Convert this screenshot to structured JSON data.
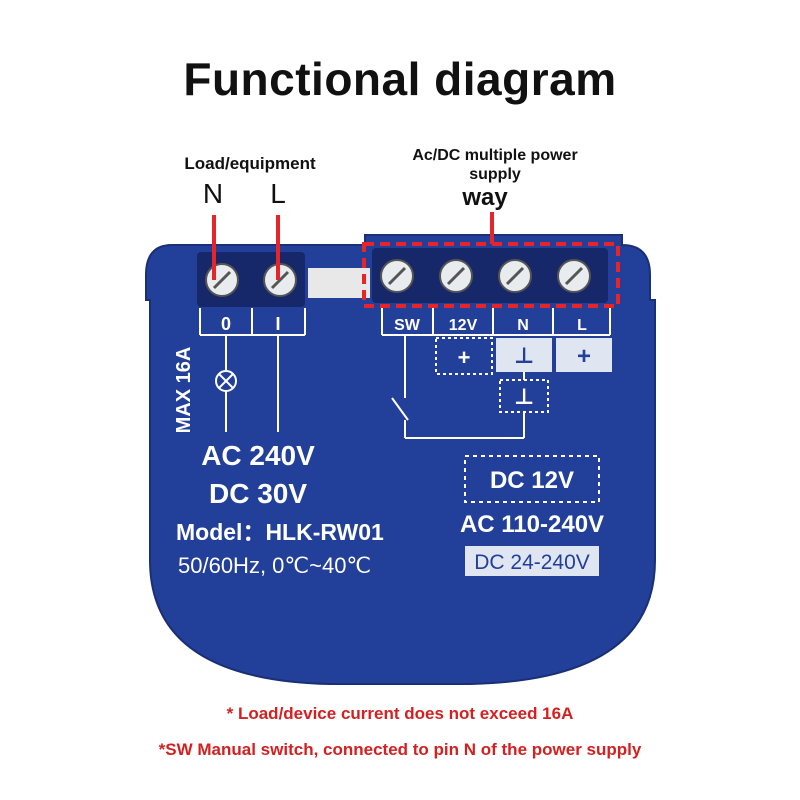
{
  "title": "Functional diagram",
  "load_label": "Load/equipment",
  "load_terminals": {
    "n": "N",
    "l": "L"
  },
  "supply_label_line1": "Ac/DC multiple power",
  "supply_label_line2": "supply",
  "supply_label_line3": "way",
  "board": {
    "max_current": "MAX 16A",
    "out_pins": {
      "zero": "0",
      "one": "I"
    },
    "in_pins": {
      "sw": "SW",
      "v12": "12V",
      "n": "N",
      "l": "L"
    },
    "polarity": {
      "plus": "+",
      "ground": "⊥"
    },
    "ac_rating": "AC 240V",
    "dc_rating": "DC 30V",
    "model": "Model：HLK-RW01",
    "frequency_temp": "50/60Hz, 0℃~40℃",
    "supply_dc12": "DC 12V",
    "supply_ac": "AC 110-240V",
    "supply_dc": "DC 24-240V"
  },
  "notes": [
    "* Load/device current does not exceed 16A",
    "*SW Manual switch, connected to pin N of the power supply"
  ],
  "colors": {
    "board": "#22409a",
    "accent": "#e5252a",
    "text_light": "#ffffff"
  }
}
